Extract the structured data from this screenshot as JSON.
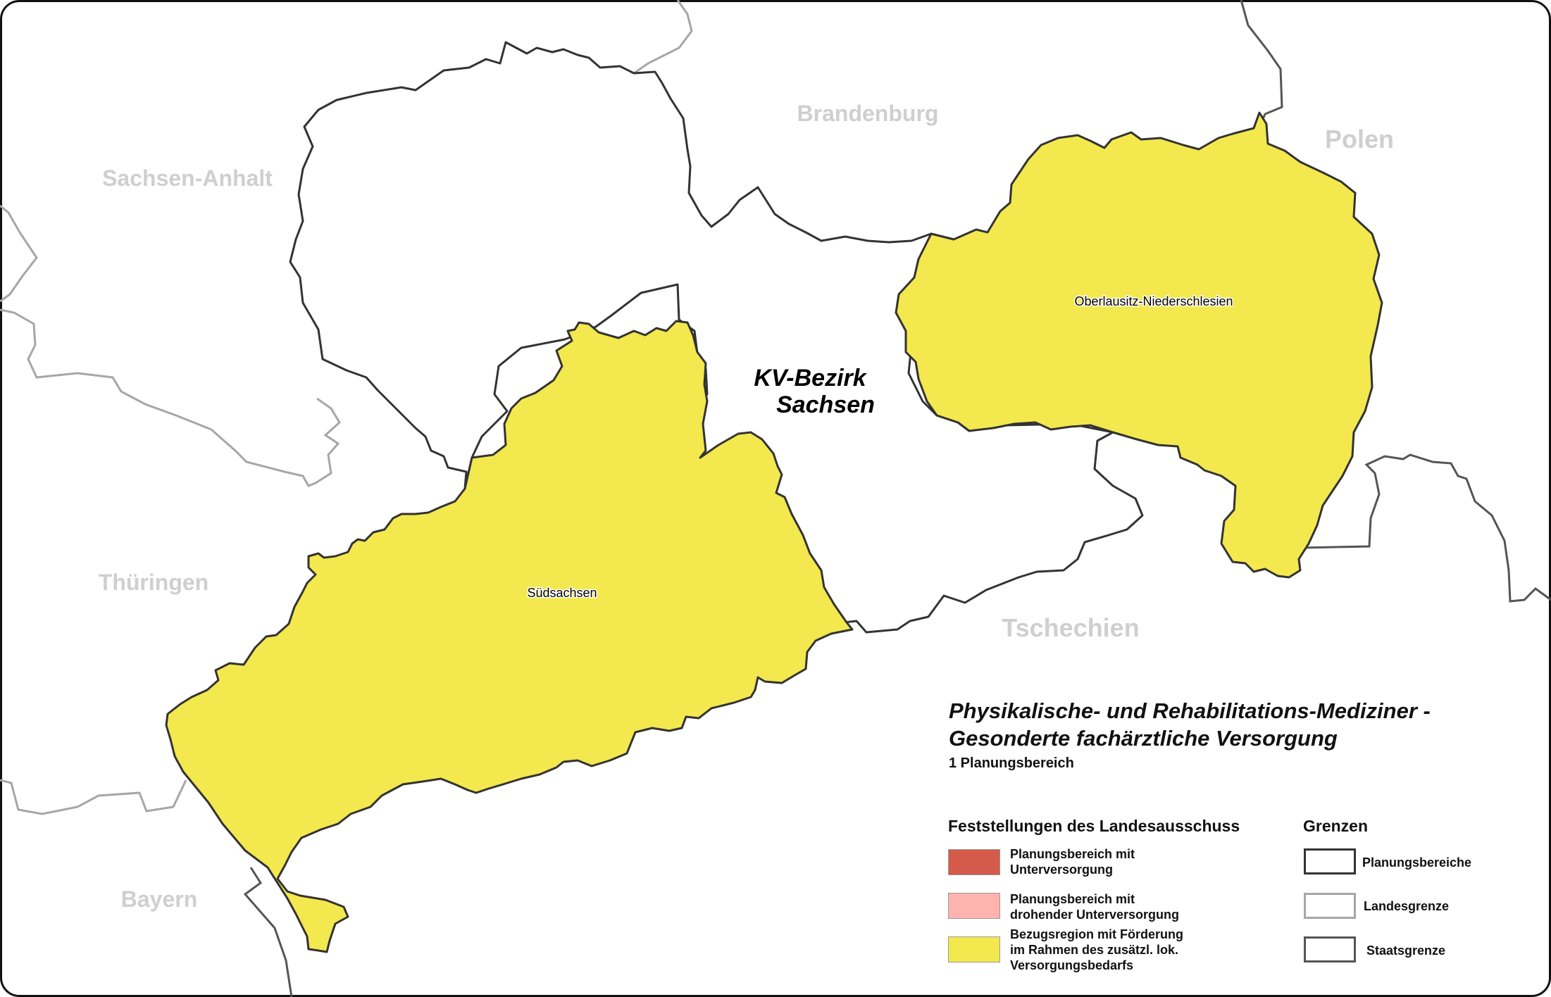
{
  "map": {
    "center_label_line1": "KV-Bezirk",
    "center_label_line2": "Sachsen",
    "neighbors": {
      "brandenburg": "Brandenburg",
      "sachsen_anhalt": "Sachsen-Anhalt",
      "polen": "Polen",
      "thueringen": "Thüringen",
      "tschechien": "Tschechien",
      "bayern": "Bayern"
    },
    "regions": {
      "oberlausitz": {
        "name": "Oberlausitz-Niederschlesien",
        "status": "Bezugsregion mit Förderung"
      },
      "suedsachsen": {
        "name": "Südsachsen",
        "status": "Bezugsregion mit Förderung"
      }
    }
  },
  "legend": {
    "title_line1": "Physikalische- und Rehabilitations-Mediziner -",
    "title_line2": "Gesonderte fachärztliche Versorgung",
    "subtitle": "1 Planungsbereich",
    "findings_heading": "Feststellungen des Landesausschuss",
    "findings": [
      {
        "line1": "Planungsbereich mit",
        "line2": "Unterversorgung",
        "line3": "",
        "color": "#d45a4a"
      },
      {
        "line1": "Planungsbereich mit",
        "line2": "drohender Unterversorgung",
        "line3": "",
        "color": "#ffb3ae"
      },
      {
        "line1": "Bezugsregion mit Förderung",
        "line2": "im Rahmen des zusätzl. lok.",
        "line3": "Versorgungsbedarfs",
        "color": "#f3e84e"
      }
    ],
    "borders_heading": "Grenzen",
    "borders": [
      {
        "label": "Planungsbereiche",
        "color": "#333333"
      },
      {
        "label": "Landesgrenze",
        "color": "#a6a6a6"
      },
      {
        "label": "Staatsgrenze",
        "color": "#555555"
      }
    ]
  },
  "colors": {
    "funded_region": "#f3e84e",
    "planning_border": "#333333",
    "state_border": "#a6a6a6",
    "national_border": "#555555",
    "neighbor_label": "#cfcfcf"
  }
}
